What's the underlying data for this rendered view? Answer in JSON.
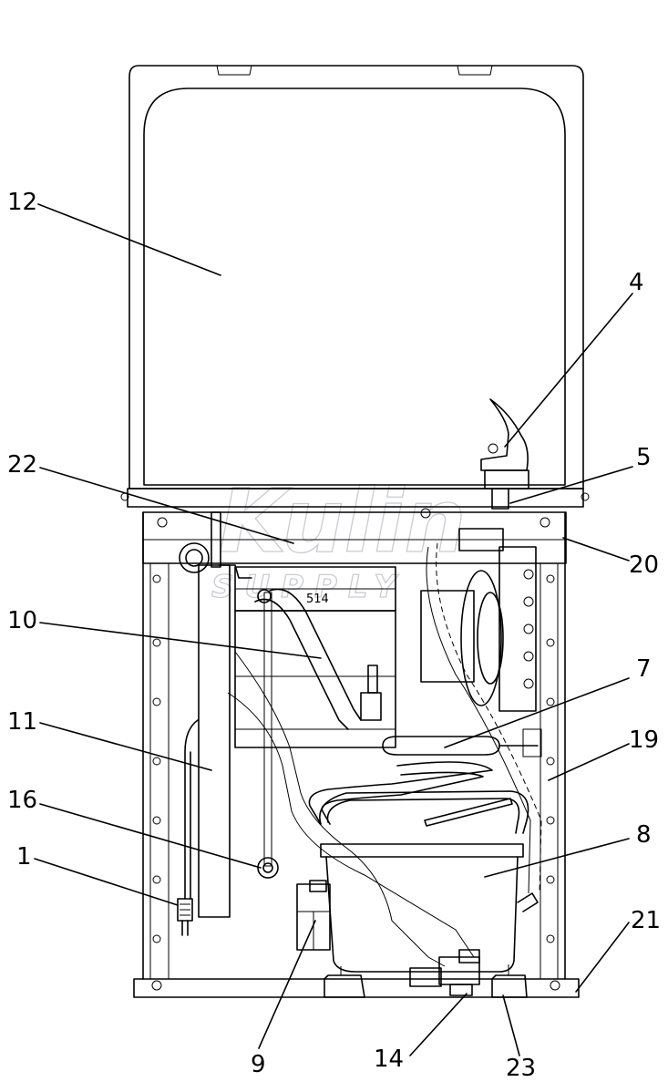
{
  "diagram": {
    "watermark": {
      "line1": "Kulin",
      "line2": "SUPPLY"
    },
    "component_marking": "514",
    "callouts": [
      {
        "id": "12",
        "text": "12"
      },
      {
        "id": "4",
        "text": "4"
      },
      {
        "id": "22",
        "text": "22"
      },
      {
        "id": "5",
        "text": "5"
      },
      {
        "id": "20",
        "text": "20"
      },
      {
        "id": "10",
        "text": "10"
      },
      {
        "id": "7",
        "text": "7"
      },
      {
        "id": "11",
        "text": "11"
      },
      {
        "id": "19",
        "text": "19"
      },
      {
        "id": "16",
        "text": "16"
      },
      {
        "id": "8",
        "text": "8"
      },
      {
        "id": "1",
        "text": "1"
      },
      {
        "id": "21",
        "text": "21"
      },
      {
        "id": "9",
        "text": "9"
      },
      {
        "id": "14",
        "text": "14"
      },
      {
        "id": "23",
        "text": "23"
      }
    ]
  }
}
